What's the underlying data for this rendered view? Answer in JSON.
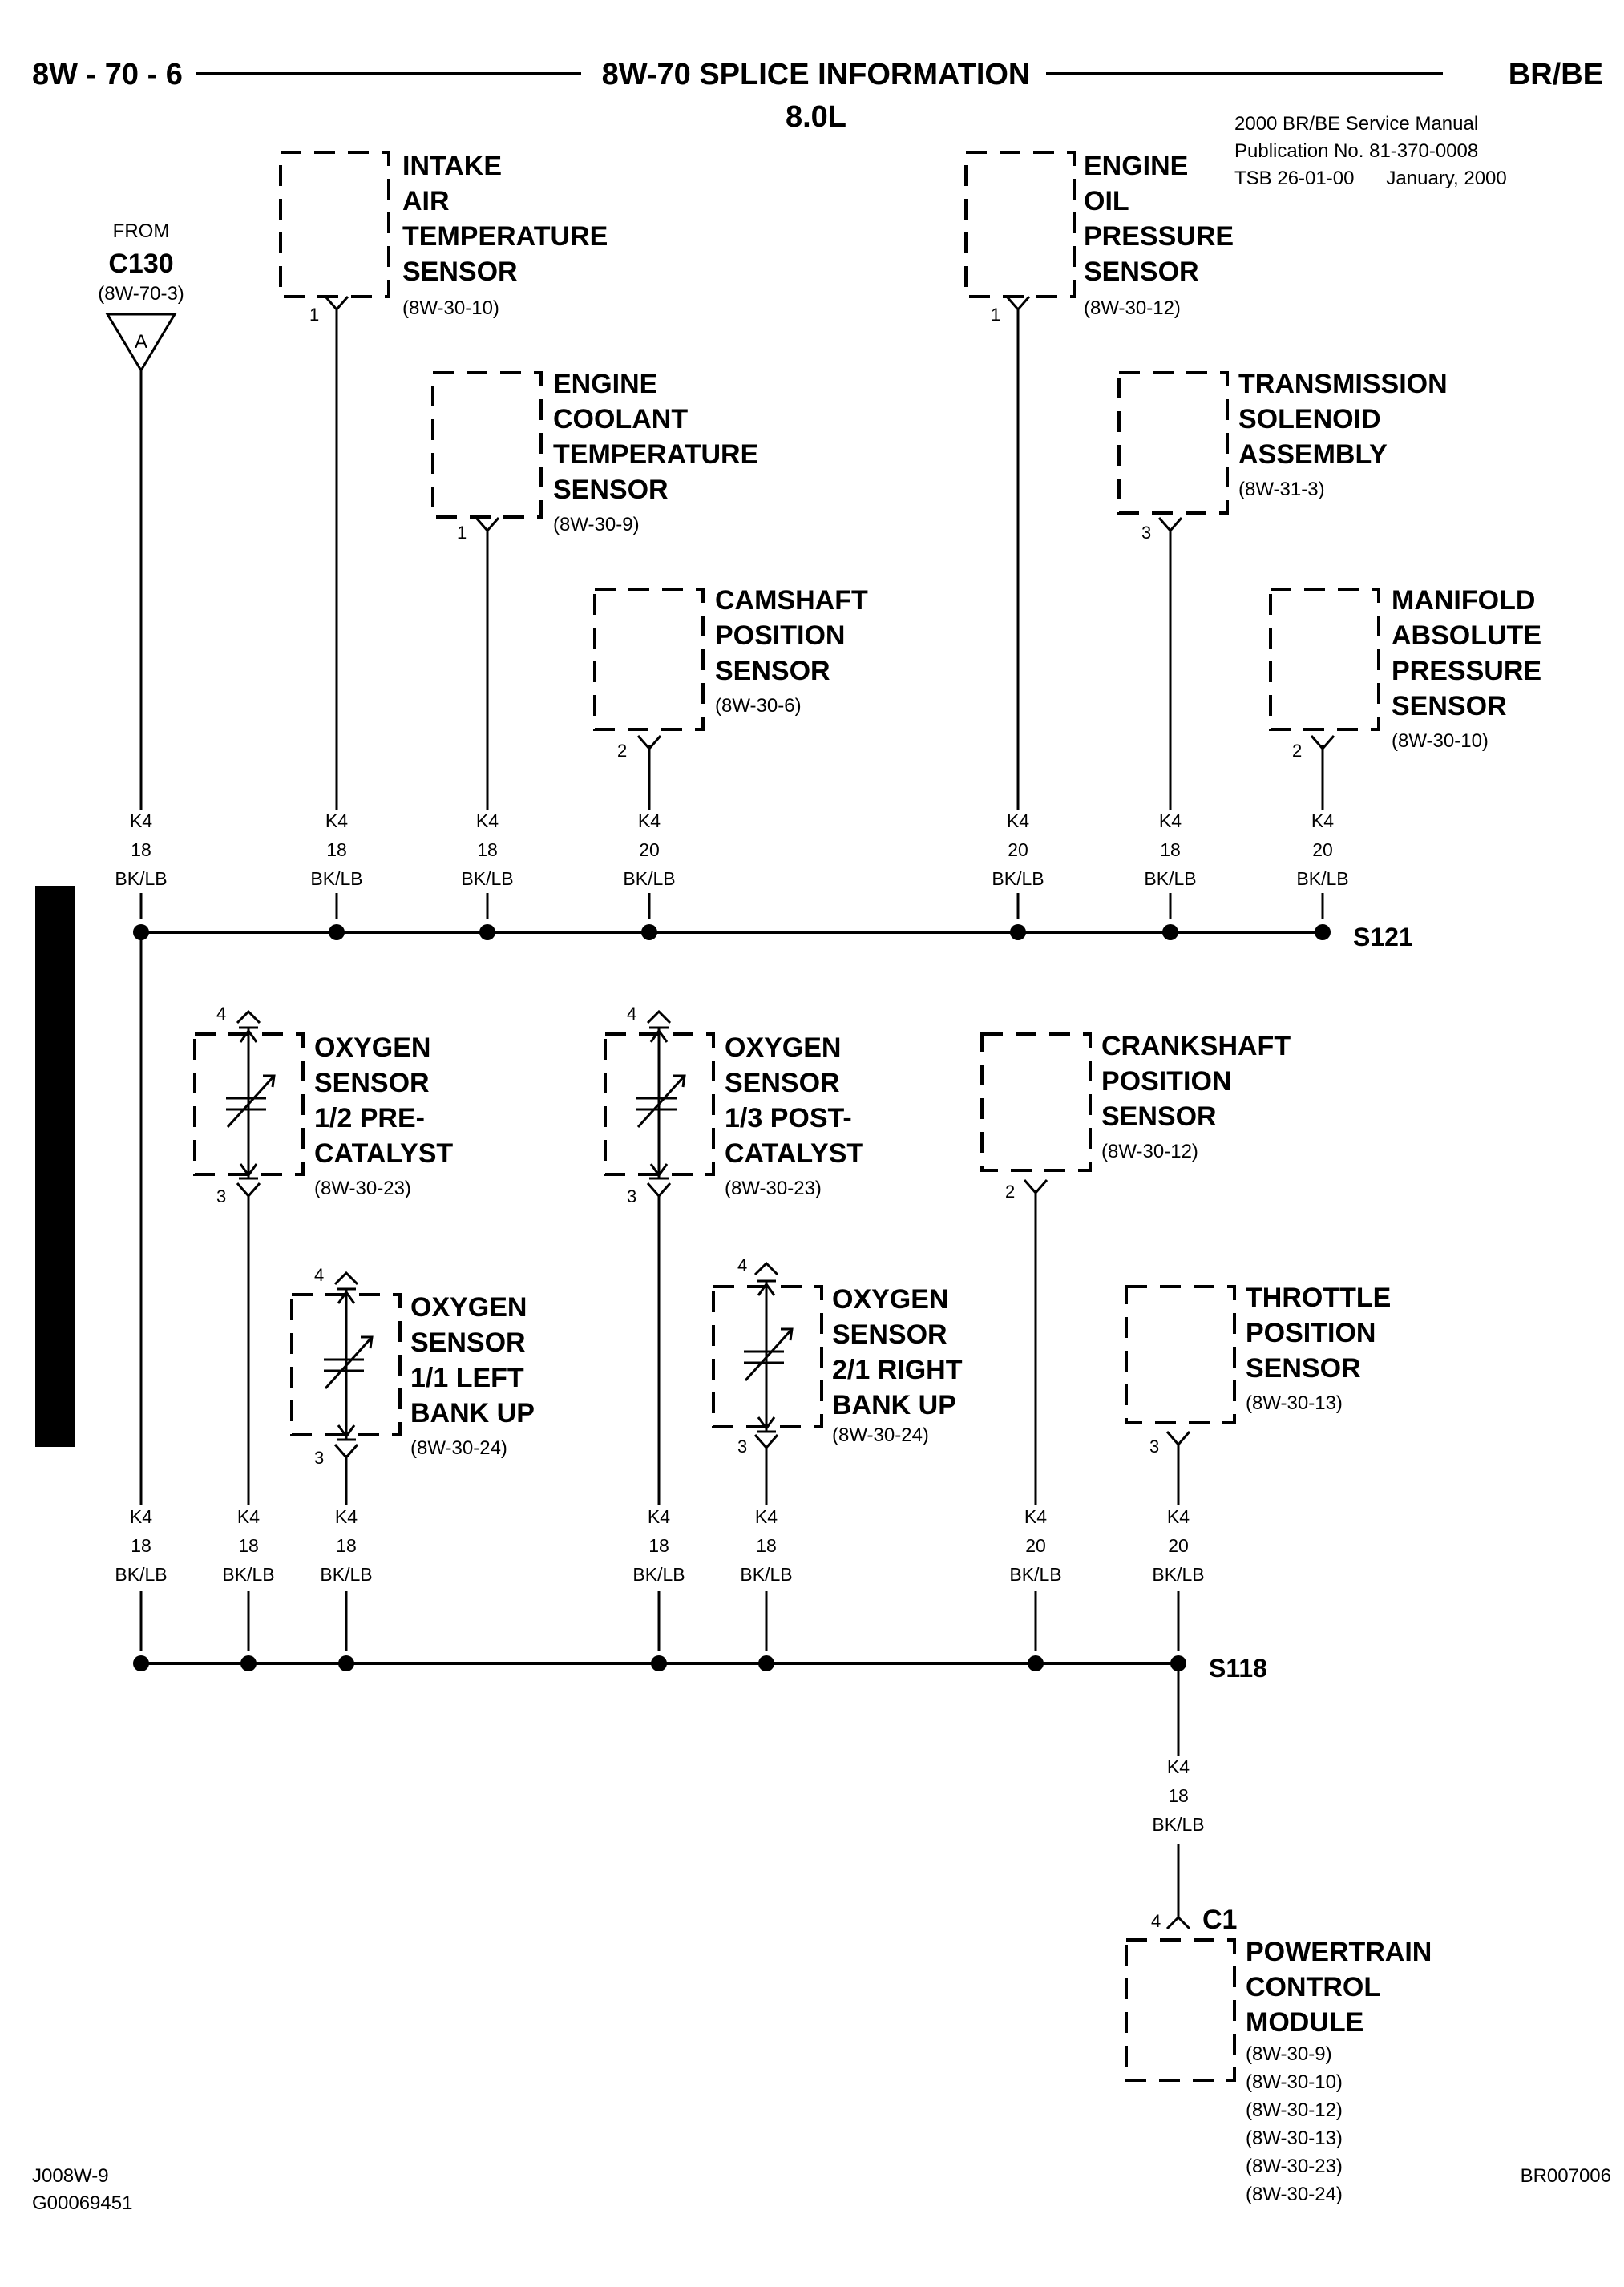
{
  "header": {
    "left": "8W - 70 - 6",
    "title": "8W-70 SPLICE INFORMATION",
    "subtitle": "8.0L",
    "right": "BR/BE",
    "manual_lines": [
      "2000 BR/BE Service Manual",
      "Publication No. 81-370-0008",
      "TSB 26-01-00      January, 2000"
    ]
  },
  "source": {
    "from": "FROM",
    "connector": "C130",
    "ref": "(8W-70-3)",
    "symbol": "A"
  },
  "components": [
    {
      "id": "iat",
      "lines": [
        "INTAKE",
        "AIR",
        "TEMPERATURE",
        "SENSOR"
      ],
      "ref": "(8W-30-10)",
      "pin": "1"
    },
    {
      "id": "ect",
      "lines": [
        "ENGINE",
        "COOLANT",
        "TEMPERATURE",
        "SENSOR"
      ],
      "ref": "(8W-30-9)",
      "pin": "1"
    },
    {
      "id": "cmp",
      "lines": [
        "CAMSHAFT",
        "POSITION",
        "SENSOR"
      ],
      "ref": "(8W-30-6)",
      "pin": "2"
    },
    {
      "id": "eop",
      "lines": [
        "ENGINE",
        "OIL",
        "PRESSURE",
        "SENSOR"
      ],
      "ref": "(8W-30-12)",
      "pin": "1"
    },
    {
      "id": "tsa",
      "lines": [
        "TRANSMISSION",
        "SOLENOID",
        "ASSEMBLY"
      ],
      "ref": "(8W-31-3)",
      "pin": "3"
    },
    {
      "id": "map",
      "lines": [
        "MANIFOLD",
        "ABSOLUTE",
        "PRESSURE",
        "SENSOR"
      ],
      "ref": "(8W-30-10)",
      "pin": "2"
    },
    {
      "id": "o2_12",
      "lines": [
        "OXYGEN",
        "SENSOR",
        "1/2 PRE-",
        "CATALYST"
      ],
      "ref": "(8W-30-23)",
      "pin_top": "4",
      "pin": "3"
    },
    {
      "id": "o2_13",
      "lines": [
        "OXYGEN",
        "SENSOR",
        "1/3 POST-",
        "CATALYST"
      ],
      "ref": "(8W-30-23)",
      "pin_top": "4",
      "pin": "3"
    },
    {
      "id": "ckp",
      "lines": [
        "CRANKSHAFT",
        "POSITION",
        "SENSOR"
      ],
      "ref": "(8W-30-12)",
      "pin": "2"
    },
    {
      "id": "o2_11",
      "lines": [
        "OXYGEN",
        "SENSOR",
        "1/1 LEFT",
        "BANK UP"
      ],
      "ref": "(8W-30-24)",
      "pin_top": "4",
      "pin": "3"
    },
    {
      "id": "o2_21",
      "lines": [
        "OXYGEN",
        "SENSOR",
        "2/1 RIGHT",
        "BANK UP"
      ],
      "ref": "(8W-30-24)",
      "pin_top": "4",
      "pin": "3"
    },
    {
      "id": "tps",
      "lines": [
        "THROTTLE",
        "POSITION",
        "SENSOR"
      ],
      "ref": "(8W-30-13)",
      "pin": "3"
    },
    {
      "id": "pcm",
      "lines": [
        "POWERTRAIN",
        "CONTROL",
        "MODULE"
      ],
      "refs": [
        "(8W-30-9)",
        "(8W-30-10)",
        "(8W-30-12)",
        "(8W-30-13)",
        "(8W-30-23)",
        "(8W-30-24)"
      ],
      "pin": "4",
      "connector": "C1"
    }
  ],
  "wires_upper": [
    {
      "circuit": "K4",
      "gauge": "18",
      "color": "BK/LB"
    },
    {
      "circuit": "K4",
      "gauge": "18",
      "color": "BK/LB"
    },
    {
      "circuit": "K4",
      "gauge": "18",
      "color": "BK/LB"
    },
    {
      "circuit": "K4",
      "gauge": "20",
      "color": "BK/LB"
    },
    {
      "circuit": "K4",
      "gauge": "20",
      "color": "BK/LB"
    },
    {
      "circuit": "K4",
      "gauge": "18",
      "color": "BK/LB"
    },
    {
      "circuit": "K4",
      "gauge": "20",
      "color": "BK/LB"
    }
  ],
  "wires_lower": [
    {
      "circuit": "K4",
      "gauge": "18",
      "color": "BK/LB"
    },
    {
      "circuit": "K4",
      "gauge": "18",
      "color": "BK/LB"
    },
    {
      "circuit": "K4",
      "gauge": "18",
      "color": "BK/LB"
    },
    {
      "circuit": "K4",
      "gauge": "18",
      "color": "BK/LB"
    },
    {
      "circuit": "K4",
      "gauge": "18",
      "color": "BK/LB"
    },
    {
      "circuit": "K4",
      "gauge": "20",
      "color": "BK/LB"
    },
    {
      "circuit": "K4",
      "gauge": "20",
      "color": "BK/LB"
    }
  ],
  "wire_pcm": {
    "circuit": "K4",
    "gauge": "18",
    "color": "BK/LB"
  },
  "splices": {
    "upper": "S121",
    "lower": "S118"
  },
  "footer": {
    "left_1": "J008W-9",
    "left_2": "G00069451",
    "right": "BR007006"
  }
}
